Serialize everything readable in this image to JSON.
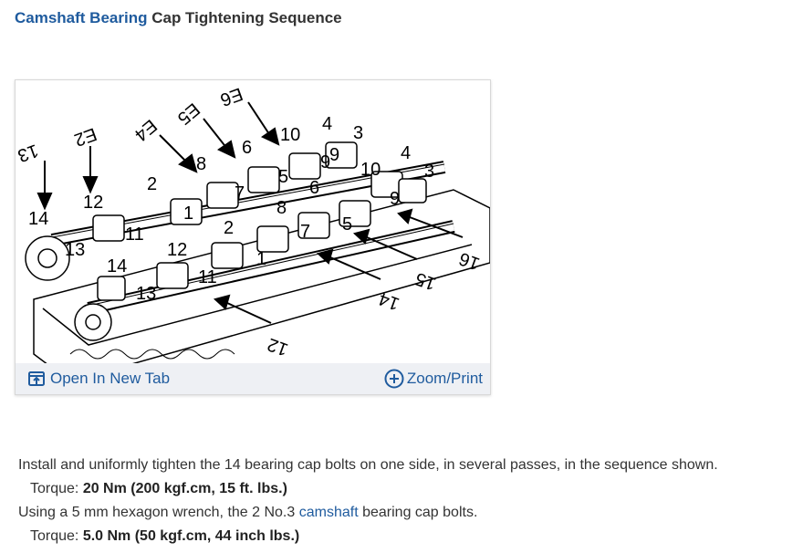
{
  "header": {
    "title_link": "Camshaft Bearing",
    "title_rest": " Cap Tightening Sequence"
  },
  "figure": {
    "callouts": {
      "left_arrows": [
        "13",
        "E2",
        "E4",
        "E5",
        "E6"
      ],
      "right_arrows": [
        "16",
        "15",
        "14",
        "12"
      ],
      "intake_bolts": [
        "14",
        "12",
        "2",
        "8",
        "6",
        "10",
        "4",
        "3",
        "11",
        "1",
        "7",
        "5",
        "9",
        "13",
        "9",
        "3",
        "4",
        "10",
        "6"
      ],
      "exhaust_bolts": [
        "13",
        "14",
        "12",
        "11",
        "2",
        "1",
        "8",
        "7",
        "5",
        "9",
        "13"
      ]
    },
    "toolbar": {
      "open_tab_label": "Open In New Tab",
      "zoom_label": "Zoom/Print"
    }
  },
  "instructions": {
    "line1": "Install and uniformly tighten the 14 bearing cap bolts on one side, in several passes, in the sequence shown.",
    "torque1_label": "Torque: ",
    "torque1_value": "20 Nm (200 kgf.cm, 15 ft. lbs.)",
    "line2_pre": "Using a 5 mm hexagon wrench, the 2 No.3 ",
    "line2_link": "camshaft",
    "line2_post": " bearing cap bolts.",
    "torque2_label": "Torque: ",
    "torque2_value": "5.0 Nm (50 kgf.cm, 44 inch lbs.)"
  },
  "colors": {
    "link": "#1f5b9e",
    "toolbar_bg": "#eef0f4"
  }
}
